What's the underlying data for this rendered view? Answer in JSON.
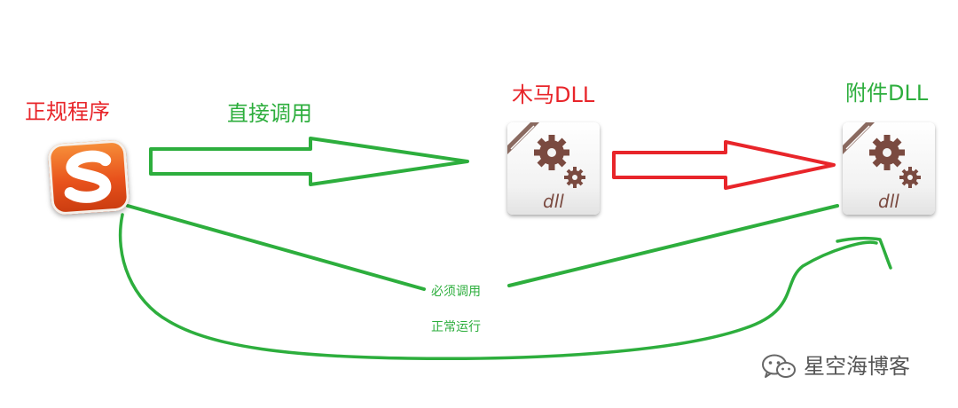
{
  "labels": {
    "program": "正规程序",
    "direct_call": "直接调用",
    "trojan_dll": "木马DLL",
    "attach_dll": "附件DLL",
    "must_call": "必须调用",
    "normal_run": "正常运行"
  },
  "icons": {
    "app": "sogou-app-icon",
    "dll": "dll-file-icon",
    "dll_text": "dll"
  },
  "watermark": {
    "text": "星空海博客",
    "icon": "wechat-icon"
  },
  "colors": {
    "red": "#e8252a",
    "green": "#2dae3d"
  }
}
